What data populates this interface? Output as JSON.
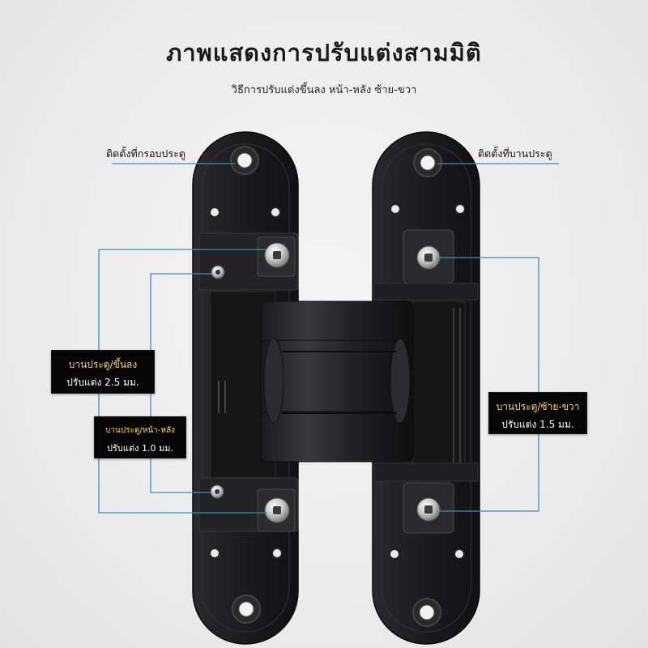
{
  "header": {
    "title": "ภาพแสดงการปรับแต่งสามมิติ",
    "subtitle": "วิธีการปรับแต่งขึ้นลง หน้า-หลัง ซ้าย-ขวา"
  },
  "callouts": {
    "frame_mount": "ติดตั้งที่กรอบประตู",
    "door_mount": "ติดตั้งที่บานประตู"
  },
  "adjustments": {
    "up_down": {
      "line1": "บานประตู/ขึ้นลง",
      "line2": "ปรับแต่ง 2.5 มม."
    },
    "front_back": {
      "line1": "บานประตู/หน้า-หลัง",
      "line2": "ปรับแต่ง 1.0 มม."
    },
    "left_right": {
      "line1": "บานประตู/ซ้าย-ขวา",
      "line2": "ปรับแต่ง 1.5 มม."
    }
  },
  "colors": {
    "background": "#ececec",
    "hinge_body": "#1c1c1e",
    "leader_line": "#3b8fb8",
    "label_box": "#060606",
    "label_accent": "#ffd84a"
  }
}
